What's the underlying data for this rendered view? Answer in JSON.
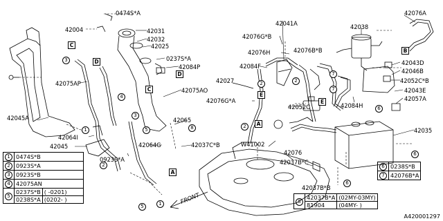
{
  "labels": {
    "p0474SA_top": "0474S*A",
    "p42004": "42004",
    "p42031": "42031",
    "p42032": "42032",
    "p42025": "42025",
    "p0237SA": "0237S*A",
    "p42084P": "42084P",
    "p42075AP": "42075AP",
    "p42075AO": "42075AO",
    "p42045A": "42045A",
    "p42045": "42045",
    "p42064I": "42064I",
    "p42064G": "42064G",
    "p42065": "42065",
    "p42037CB_left": "42037C*B",
    "p0923SA": "0923S*A",
    "p42041A": "42041A",
    "p42076GB": "42076G*B",
    "p42076H": "42076H",
    "p42076B_top": "42076B*B",
    "p42084F": "42084F",
    "p42027": "42027",
    "p42076GA": "42076G*A",
    "p42052C": "42052C",
    "p42038": "42038",
    "p42076A": "42076A",
    "p42043D": "42043D",
    "p42046B": "42046B",
    "p42052CB": "42052C*B",
    "p42043E": "42043E",
    "p42057A": "42057A",
    "p42084H": "42084H",
    "p42035": "42035",
    "pW41002": "W41002",
    "p42076": "42076",
    "p42037BC": "42037B*C",
    "p42037BB": "42037B*B"
  },
  "callouts": {
    "A": "A",
    "B": "B",
    "C": "C",
    "D": "D",
    "E": "E"
  },
  "circle_refs": [
    "1",
    "2",
    "3",
    "4",
    "5",
    "6",
    "7",
    "8"
  ],
  "front_label": "FRONT",
  "legend_left": [
    {
      "num": "1",
      "part": "0474S*B",
      "note": ""
    },
    {
      "num": "2",
      "part": "0923S*A",
      "note": ""
    },
    {
      "num": "3",
      "part": "0923S*B",
      "note": ""
    },
    {
      "num": "4",
      "part": "42075AN",
      "note": ""
    },
    {
      "num": "5",
      "part": "0237S*B",
      "note": "( -0201)"
    },
    {
      "num": "",
      "part": "0238S*A",
      "note": "(0202- )"
    }
  ],
  "legend_right_small": [
    {
      "num": "6",
      "part": "0238S*B"
    },
    {
      "num": "7",
      "part": "42076B*A"
    }
  ],
  "legend_right_big": [
    {
      "num": "8",
      "part": "42037B*A",
      "note": "(02MY-03MY)"
    },
    {
      "num": "",
      "part": "81904",
      "note": "(04MY- )"
    }
  ],
  "catalog_number": "A420001297"
}
